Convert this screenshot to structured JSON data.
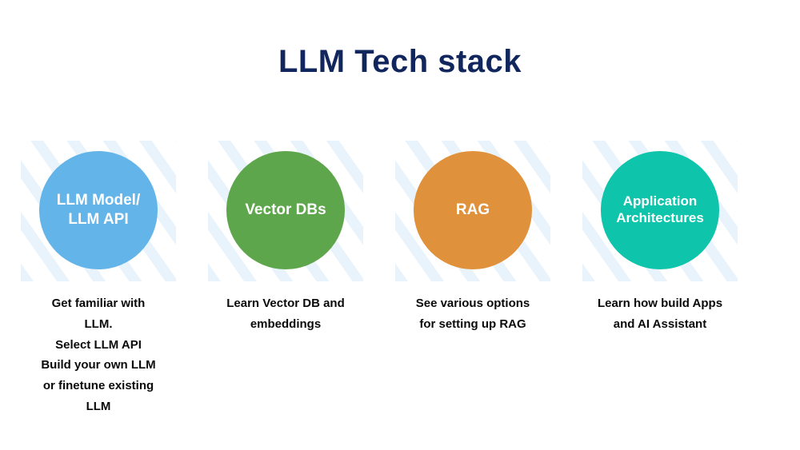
{
  "slide": {
    "title": "LLM Tech stack",
    "title_color": "#10265c",
    "background_color": "#ffffff",
    "stripe_color": "#e8f3fc"
  },
  "steps": [
    {
      "label": "LLM Model/\nLLM API",
      "color": "#63b4e8",
      "caption": "Get familiar with\nLLM.\nSelect LLM API\nBuild your own LLM\nor finetune existing\nLLM"
    },
    {
      "label": "Vector DBs",
      "color": "#5ea64b",
      "caption": "Learn Vector DB and\nembeddings"
    },
    {
      "label": "RAG",
      "color": "#e0913c",
      "caption": "See various options\nfor setting up RAG"
    },
    {
      "label": "Application\nArchitectures",
      "color": "#0ec4ab",
      "caption": "Learn how build Apps\nand AI Assistant"
    }
  ]
}
